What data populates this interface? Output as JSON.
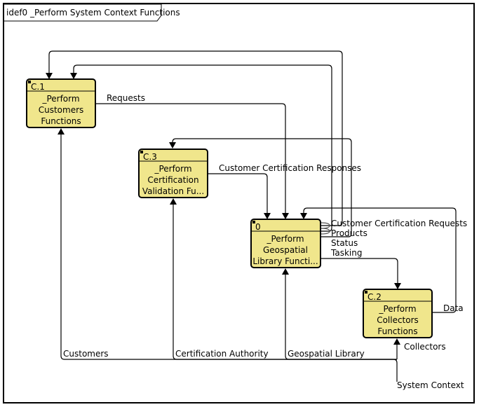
{
  "diagram": {
    "title": "idef0 _Perform System Context Functions",
    "external_label": "System Context"
  },
  "boxes": [
    {
      "id": "C.1",
      "lines": [
        "_Perform",
        "Customers",
        "Functions"
      ]
    },
    {
      "id": "C.3",
      "lines": [
        "_Perform",
        "Certification",
        "Validation Fu..."
      ]
    },
    {
      "id": "0",
      "lines": [
        "_Perform",
        "Geospatial",
        "Library Functi..."
      ]
    },
    {
      "id": "C.2",
      "lines": [
        "_Perform",
        "Collectors",
        "Functions"
      ]
    }
  ],
  "flows": {
    "requests": "Requests",
    "customer_certification_responses": "Customer Certification Responses",
    "customer_certification_requests": "Customer Certification Requests",
    "products": "Products",
    "status": "Status",
    "tasking": "Tasking",
    "data": "Data",
    "collectors": "Collectors",
    "customers": "Customers",
    "certification_authority": "Certification Authority",
    "geospatial_library": "Geospatial Library"
  }
}
